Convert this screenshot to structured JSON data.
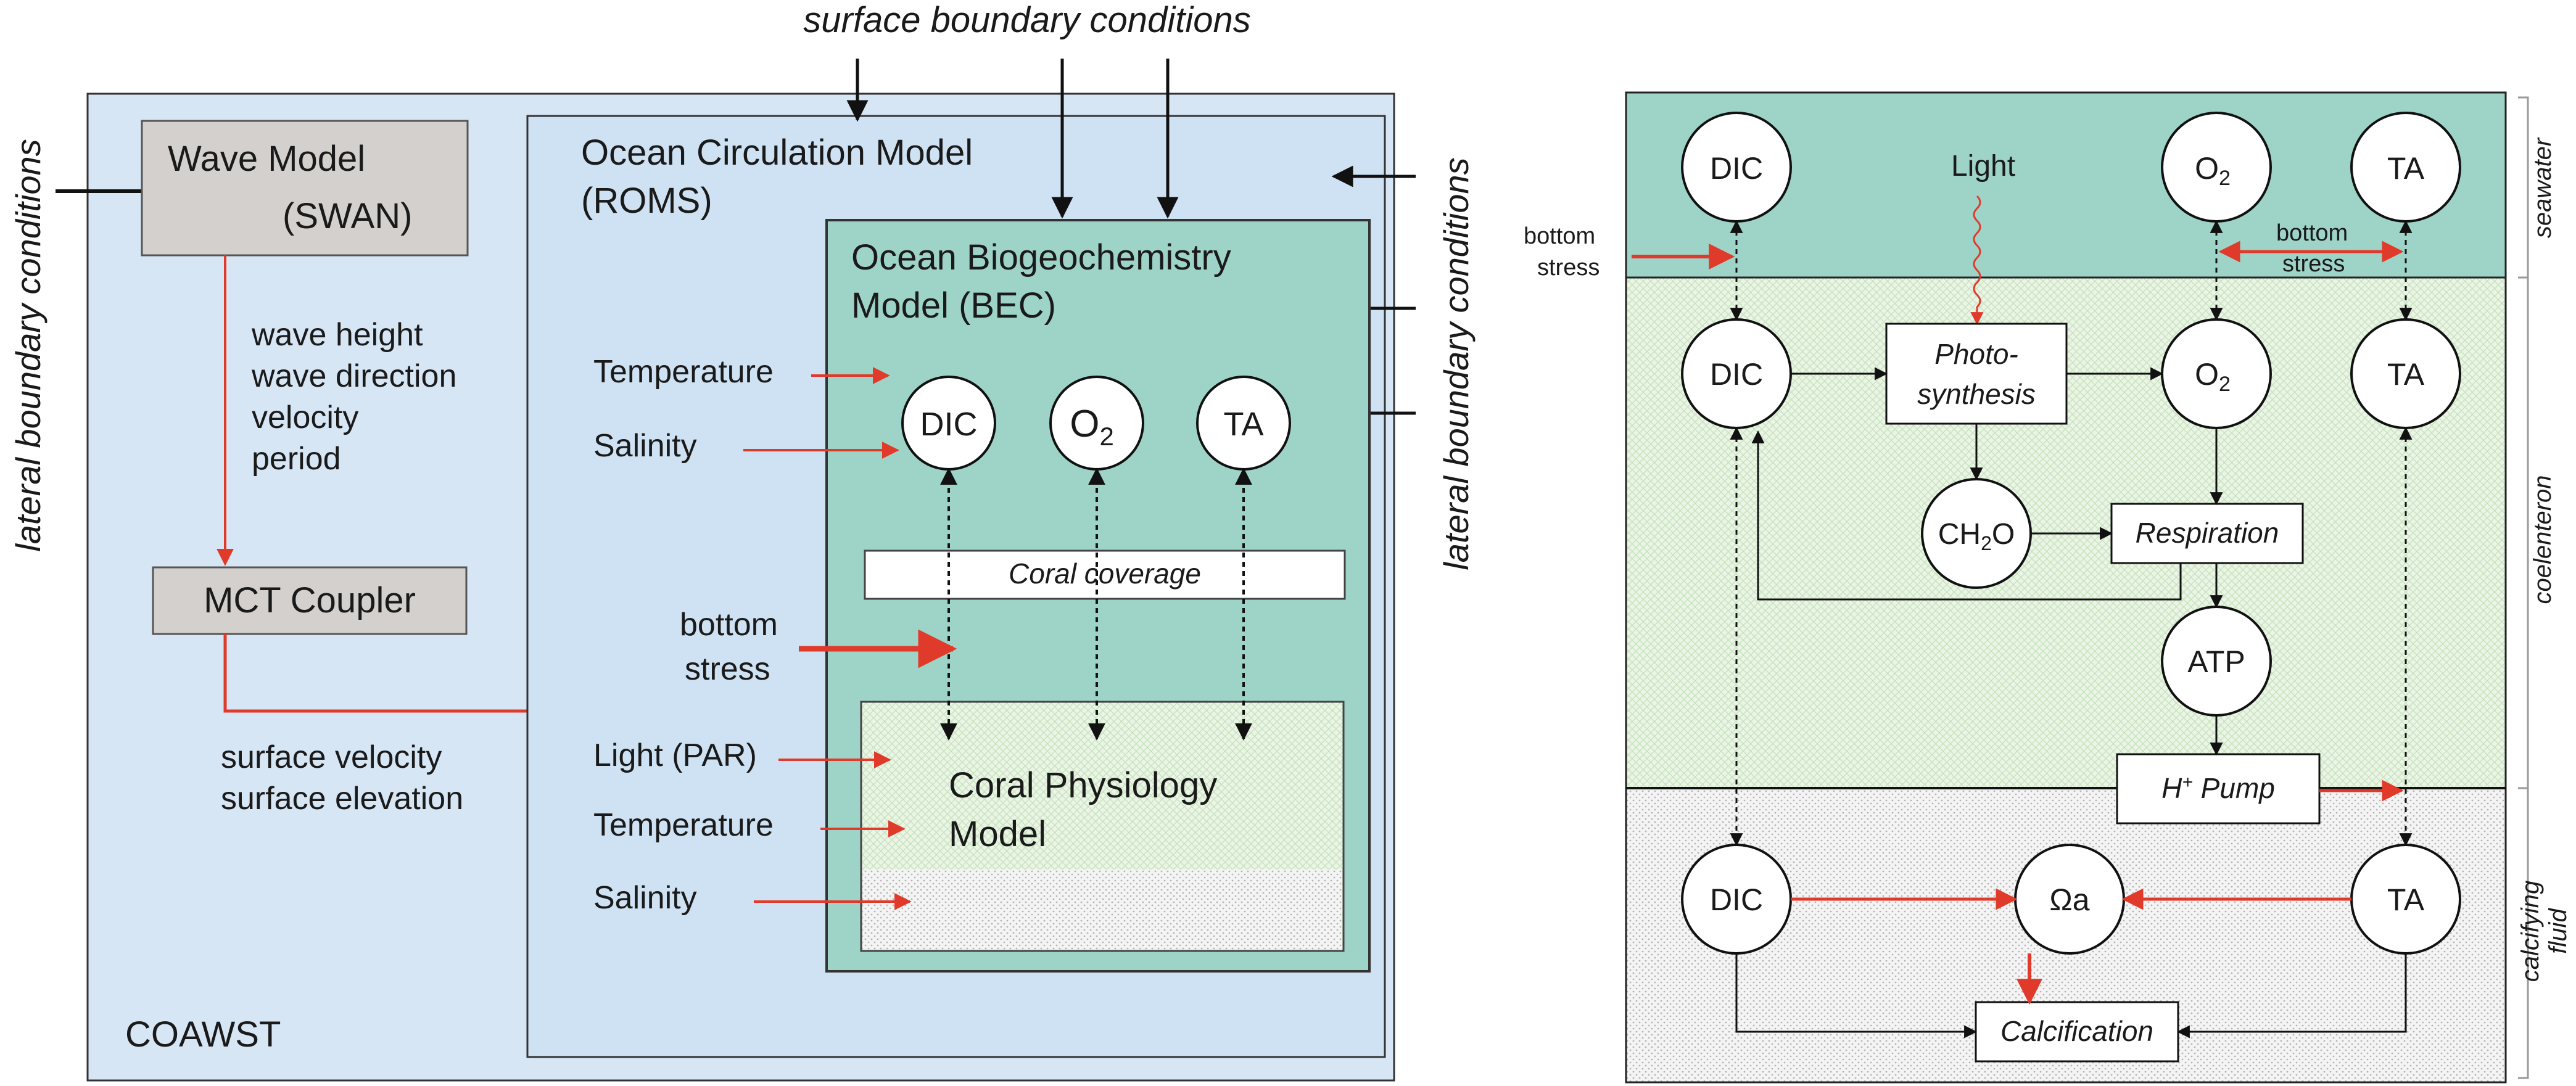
{
  "left": {
    "top_label": "surface boundary conditions",
    "lateral_left": "lateral boundary conditions",
    "lateral_right": "lateral boundary conditions",
    "coawst": "COAWST",
    "wave_model": {
      "line1": "Wave Model",
      "line2": "(SWAN)"
    },
    "wave_outputs": [
      "wave height",
      "wave direction",
      "velocity",
      "period"
    ],
    "mct": "MCT Coupler",
    "mct_outputs": [
      "surface velocity",
      "surface elevation"
    ],
    "ocean": {
      "line1": "Ocean Circulation Model",
      "line2": "(ROMS)"
    },
    "bec": {
      "line1": "Ocean Biogeochemistry",
      "line2": "Model (BEC)"
    },
    "bec_inputs": [
      "Temperature",
      "Salinity"
    ],
    "nodes": [
      "DIC",
      "O",
      "TA"
    ],
    "o2_sub": "2",
    "coral_coverage": "Coral coverage",
    "bottom_stress": [
      "bottom",
      "stress"
    ],
    "physio": {
      "line1": "Coral Physiology",
      "line2": "Model"
    },
    "physio_inputs": [
      "Light (PAR)",
      "Temperature",
      "Salinity"
    ]
  },
  "right": {
    "zones": [
      "seawater",
      "coelenteron",
      "calcifying",
      "fluid"
    ],
    "light": "Light",
    "bottom_stress_left": [
      "bottom",
      "stress"
    ],
    "bottom_stress_mid": [
      "bottom",
      "stress"
    ],
    "sea_nodes": [
      "DIC",
      "O",
      "TA"
    ],
    "coel_nodes": [
      "DIC",
      "O",
      "TA"
    ],
    "o2_sub": "2",
    "photo": [
      "Photo-",
      "synthesis"
    ],
    "ch2o": {
      "a": "CH",
      "sub": "2",
      "b": "O"
    },
    "respiration": "Respiration",
    "atp": "ATP",
    "hpump": {
      "h": "H",
      "sup": "+",
      "rest": " Pump"
    },
    "calc_nodes": [
      "DIC",
      "Ωa",
      "TA"
    ],
    "calcification": "Calcification"
  },
  "colors": {
    "coawst_bg": "#d7e6f5",
    "roms_bg": "#cfe2f3",
    "bec_bg": "#9ed3c7",
    "arrow_red": "#e03a2b",
    "grey_box": "#d3d0ce"
  }
}
